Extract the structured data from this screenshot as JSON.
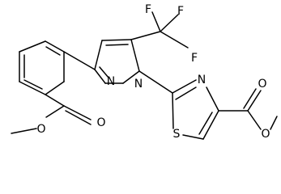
{
  "molecule": {
    "atoms": {
      "f_top": "F",
      "f_left": "F",
      "f_right": "F",
      "n_pyrazole_2": "N",
      "n_pyrazole_1": "N",
      "n_thiazole": "N",
      "s_thiazole": "S",
      "o_carbonyl_left": "O",
      "o_ester_left": "O",
      "o_carbonyl_right": "O",
      "o_ester_right": "O"
    }
  },
  "colors": {
    "bond": "#000000",
    "label": "#000000",
    "background": "#ffffff"
  }
}
